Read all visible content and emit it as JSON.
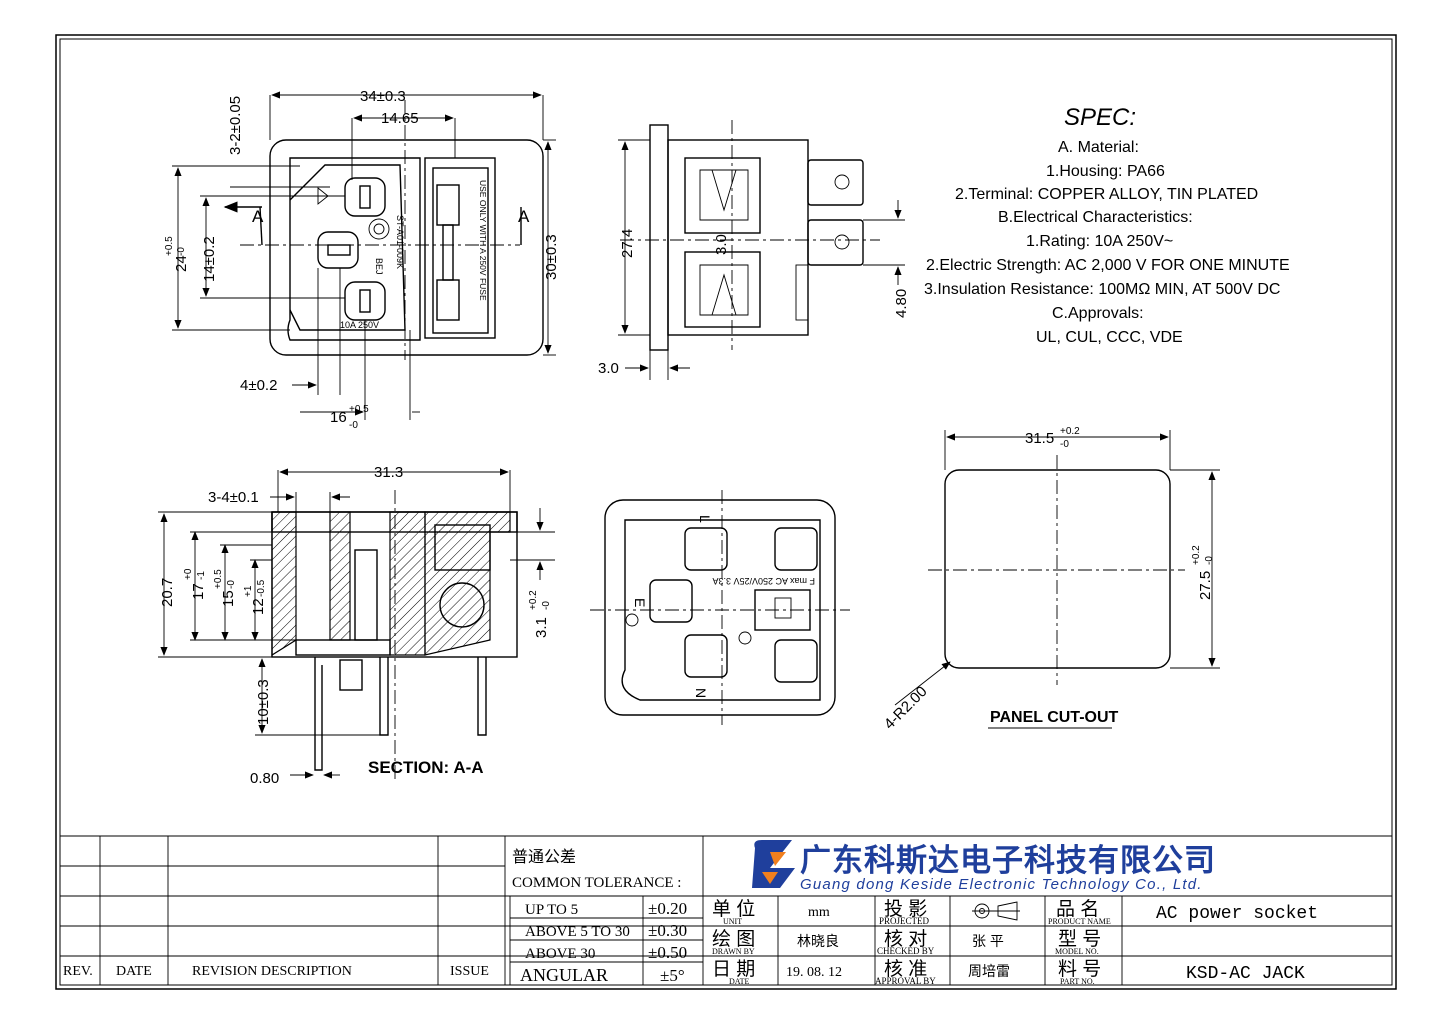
{
  "spec": {
    "title": "SPEC:",
    "lines": [
      "A. Material:",
      "1.Housing: PA66",
      "2.Terminal: COPPER ALLOY, TIN PLATED",
      "B.Electrical Characteristics:",
      "1.Rating:  10A 250V~",
      "2.Electric Strength: AC 2,000 V FOR ONE MINUTE",
      "3.Insulation Resistance: 100MΩ MIN, AT 500V DC",
      "C.Approvals:",
      "UL, CUL, CCC, VDE"
    ]
  },
  "front_view": {
    "dims": {
      "overall_width": "34±0.3",
      "pin_span": "14.65",
      "mount_holes": "3-2±0.05",
      "body_height": "24",
      "body_height_tol_top": "+0.5",
      "body_height_tol_bottom": "-0",
      "pin_height": "14±0.2",
      "flange_height": "30±0.3",
      "pin_width": "4±0.2",
      "bottom_span": "16",
      "bottom_span_tol_top": "+0.5",
      "bottom_span_tol_bottom": "-0",
      "section_mark": "A"
    },
    "marks": {
      "fuse_text": "USE ONLY WITH A 250V FUSE",
      "model_text": "ST-A01-009K",
      "brand_text": "BEJ",
      "rating_text": "10A 250V"
    }
  },
  "side_view": {
    "dims": {
      "height": "27.4",
      "pin_gap": "3.0",
      "flange": "3.0",
      "tab": "4.80"
    }
  },
  "section_view": {
    "label": "SECTION: A-A",
    "dims": {
      "width": "31.3",
      "holes": "3-4±0.1",
      "height": "20.7",
      "d17": "17",
      "d17_tol_top": "+0",
      "d17_tol_bottom": "-1",
      "d15": "15",
      "d15_tol_top": "+0.5",
      "d15_tol_bottom": "-0",
      "d12": "12",
      "d12_tol_top": "+1",
      "d12_tol_bottom": "-0.5",
      "d31": "3.1",
      "d31_tol_top": "+0.2",
      "d31_tol_bottom": "-0",
      "pin_len": "10±0.3",
      "pin_thick": "0.80"
    }
  },
  "rear_view": {
    "labels": {
      "live": "L",
      "earth": "E",
      "neutral": "N"
    },
    "marks": {
      "rating_text": "F max AC 250V/25V 3.3A"
    }
  },
  "cutout": {
    "label": "PANEL CUT-OUT",
    "dims": {
      "width": "31.5",
      "width_tol_top": "+0.2",
      "width_tol_bottom": "-0",
      "height": "27.5",
      "height_tol_top": "+0.2",
      "height_tol_bottom": "-0",
      "radius": "4-R2.00"
    }
  },
  "title_block": {
    "revision_headers": {
      "rev": "REV.",
      "date": "DATE",
      "desc": "REVISION  DESCRIPTION",
      "issue": "ISSUE"
    },
    "tolerance": {
      "title_cn": "普通公差",
      "title_en": "COMMON TOLERANCE :",
      "rows": [
        {
          "range": "UP TO 5",
          "value": "±0.20"
        },
        {
          "range": "ABOVE 5 TO 30",
          "value": "±0.30"
        },
        {
          "range": "ABOVE 30",
          "value": "±0.50"
        },
        {
          "range": "ANGULAR",
          "value": "±5°"
        }
      ]
    },
    "company": {
      "name_cn": "广东科斯达电子科技有限公司",
      "name_en": "Guang dong Keside  Electronic Technology Co., Ltd."
    },
    "fields": {
      "unit_cn": "单 位",
      "unit_en": "UNIT",
      "unit_value": "mm",
      "drawn_cn": "绘 图",
      "drawn_en": "DRAWN  BY",
      "drawn_value": "林晓良",
      "date_cn": "日 期",
      "date_en": "DATE",
      "date_value": "19. 08. 12",
      "projected_cn": "投 影",
      "projected_en": "PROJECTED",
      "checked_cn": "核 对",
      "checked_en": "CHECKED  BY",
      "checked_value": "张 平",
      "approval_cn": "核 准",
      "approval_en": "APPROVAL  BY",
      "approval_value": "周培雷",
      "product_cn": "品 名",
      "product_en": "PRODUCT  NAME",
      "product_value": "AC power socket",
      "model_cn": "型 号",
      "model_en": "MODEL  NO.",
      "model_value": "",
      "part_cn": "料 号",
      "part_en": "PART  NO.",
      "part_value": "KSD-AC JACK"
    }
  },
  "colors": {
    "line": "#000000",
    "logo_blue": "#1f3f9c",
    "logo_orange": "#f07f1e",
    "paper": "#ffffff"
  }
}
